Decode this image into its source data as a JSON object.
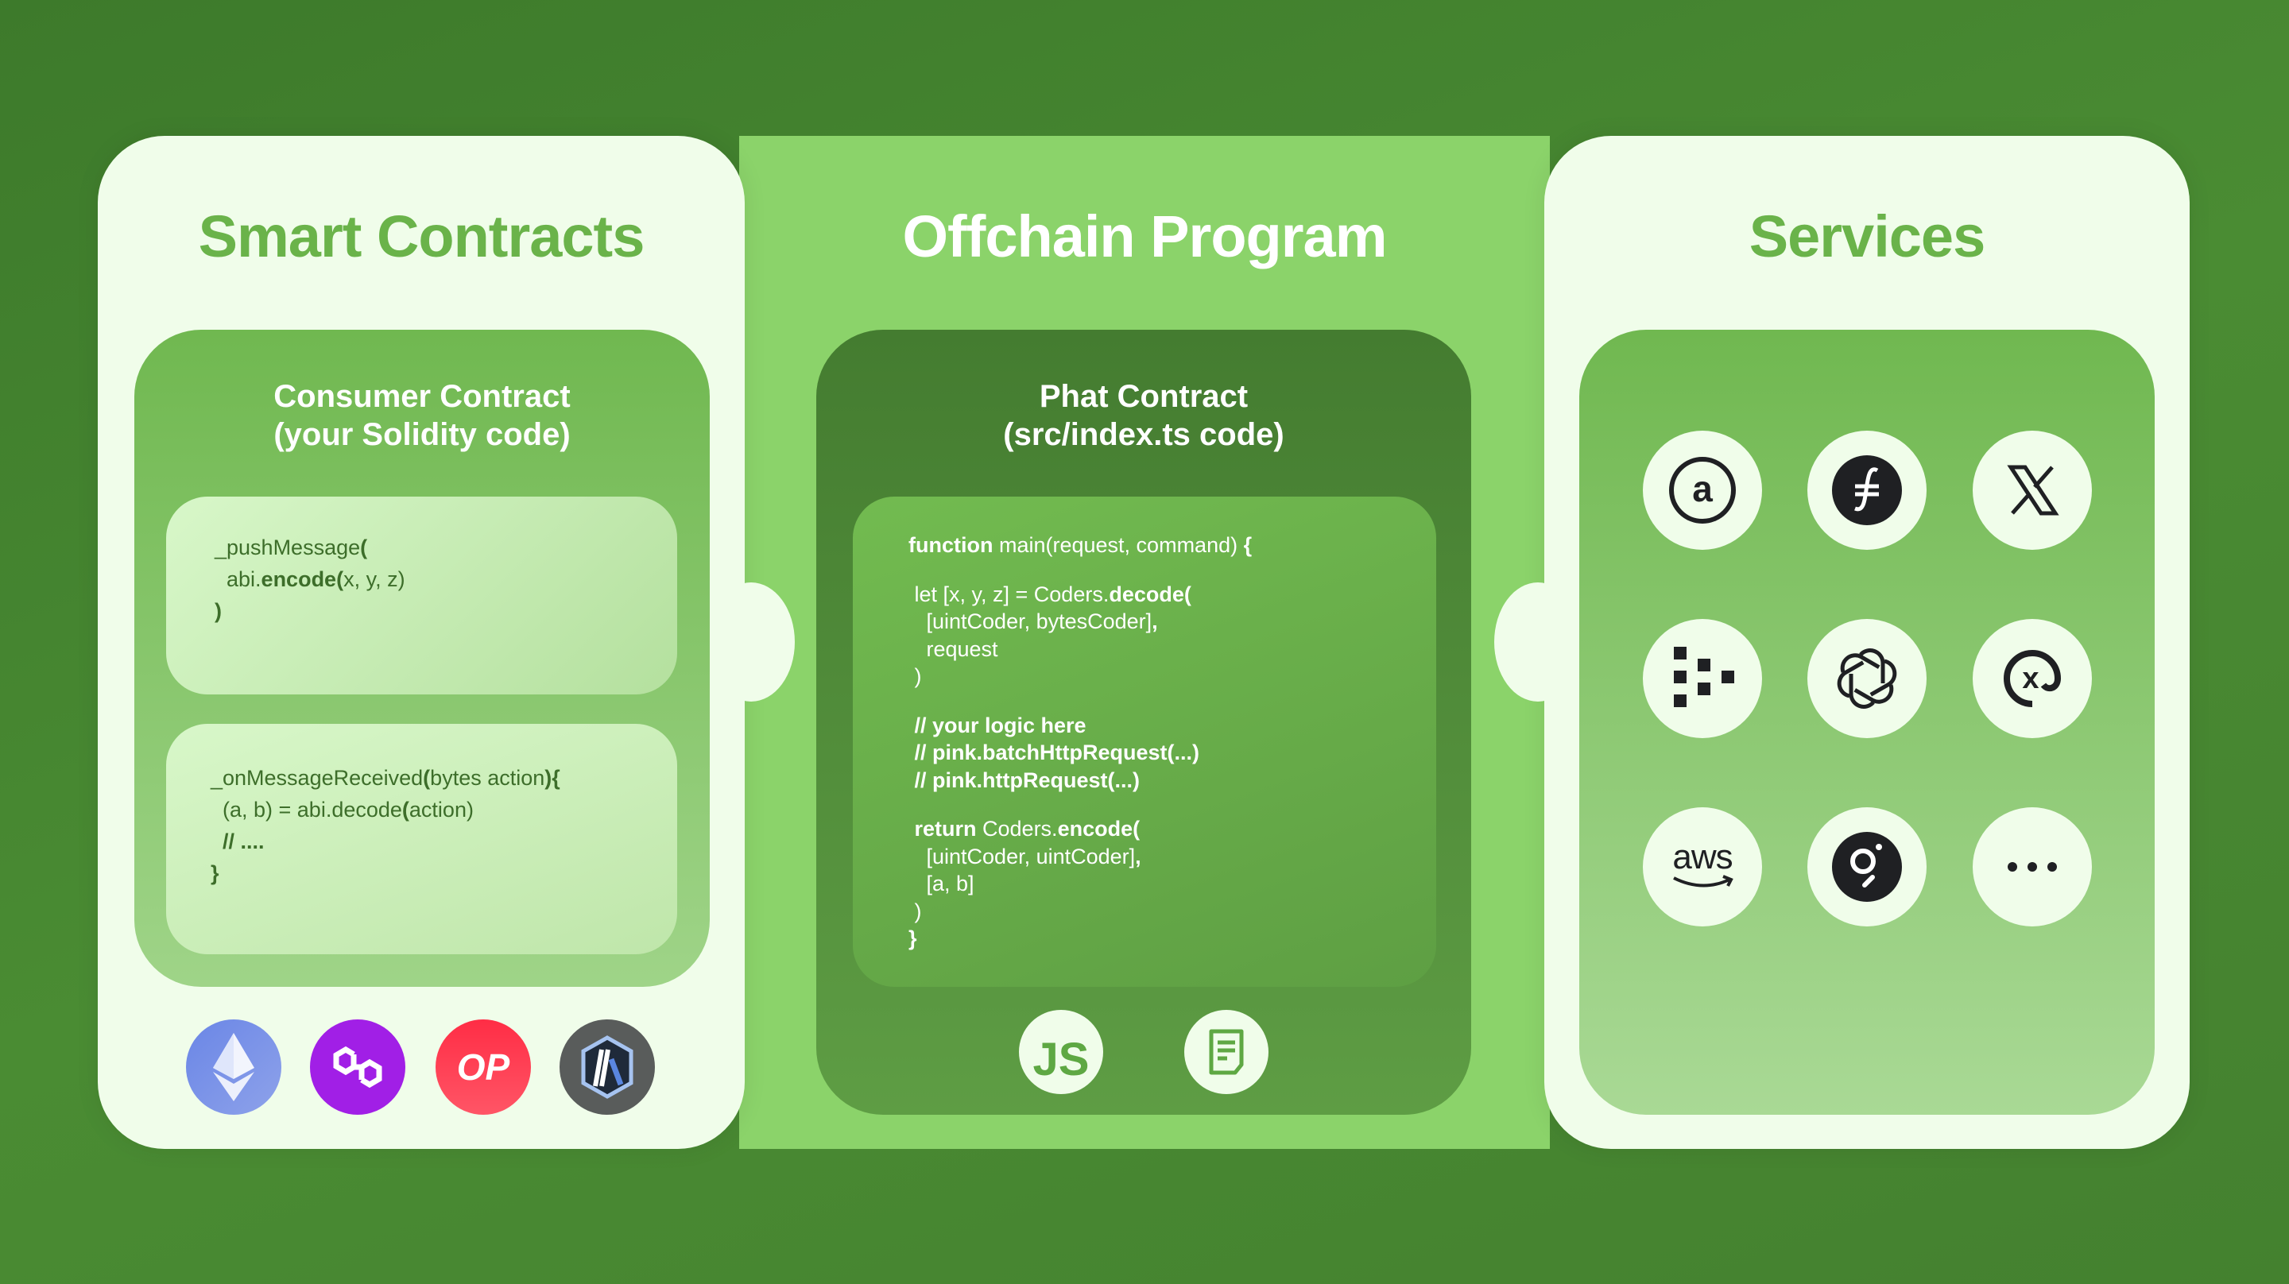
{
  "columns": {
    "smart_contracts": {
      "title": "Smart Contracts",
      "subtitle_line1": "Consumer Contract",
      "subtitle_line2": "(your Solidity code)",
      "code_blocks": [
        [
          [
            {
              "t": "_pushMessage",
              "b": false
            },
            {
              "t": "(",
              "b": true
            }
          ],
          [
            {
              "t": "  abi.",
              "b": false
            },
            {
              "t": "encode(",
              "b": true
            },
            {
              "t": "x, y, z)",
              "b": false
            }
          ],
          [
            {
              "t": ")",
              "b": true
            }
          ]
        ],
        [
          [
            {
              "t": "_onMessageReceived",
              "b": false
            },
            {
              "t": "(",
              "b": true
            },
            {
              "t": "bytes action",
              "b": false
            },
            {
              "t": "){",
              "b": true
            }
          ],
          [
            {
              "t": "  (a, b) = abi.decode",
              "b": false
            },
            {
              "t": "(",
              "b": true
            },
            {
              "t": "action)",
              "b": false
            }
          ],
          [
            {
              "t": "  // ....",
              "b": true
            }
          ],
          [
            {
              "t": "}",
              "b": true
            }
          ]
        ]
      ],
      "chains": [
        "ethereum-icon",
        "polygon-icon",
        "optimism-icon",
        "arbitrum-icon"
      ],
      "optimism_label": "OP"
    },
    "offchain_program": {
      "title": "Offchain Program",
      "subtitle_line1": "Phat Contract",
      "subtitle_line2": "(src/index.ts code)",
      "code": [
        [
          {
            "t": "function",
            "b": true
          },
          {
            "t": " main(request, command) ",
            "b": false
          },
          {
            "t": "{",
            "b": true
          }
        ],
        [],
        [
          {
            "t": " let [x, y, z] = Coders.",
            "b": false
          },
          {
            "t": "decode(",
            "b": true
          }
        ],
        [
          {
            "t": "   [uintCoder, bytesCoder]",
            "b": false
          },
          {
            "t": ",",
            "b": true
          }
        ],
        [
          {
            "t": "   request",
            "b": false
          }
        ],
        [
          {
            "t": " )",
            "b": false
          }
        ],
        [],
        [
          {
            "t": " // your logic here",
            "b": true
          }
        ],
        [
          {
            "t": " // pink.batchHttpRequest(...)",
            "b": true
          }
        ],
        [
          {
            "t": " // pink.httpRequest(...)",
            "b": true
          }
        ],
        [],
        [
          {
            "t": " return",
            "b": true
          },
          {
            "t": " Coders.",
            "b": false
          },
          {
            "t": "encode(",
            "b": true
          }
        ],
        [
          {
            "t": "   [uintCoder, uintCoder]",
            "b": false
          },
          {
            "t": ",",
            "b": true
          }
        ],
        [
          {
            "t": "   [a, b]",
            "b": false
          }
        ],
        [
          {
            "t": " )",
            "b": false
          }
        ],
        [
          {
            "t": "}",
            "b": true
          }
        ]
      ],
      "js_label": "JS"
    },
    "services": {
      "title": "Services",
      "items": [
        "arweave-icon",
        "filecoin-icon",
        "x-twitter-icon",
        "dots-grid-icon",
        "openai-icon",
        "xmtp-icon",
        "aws-icon",
        "the-graph-icon",
        "more-icon"
      ],
      "aws_label": "aws"
    }
  },
  "colors": {
    "title_green": "#6ab34a",
    "card_bg": "#f0fdea",
    "band": "#8bd36a",
    "dark_panel": "#4f8b37"
  }
}
